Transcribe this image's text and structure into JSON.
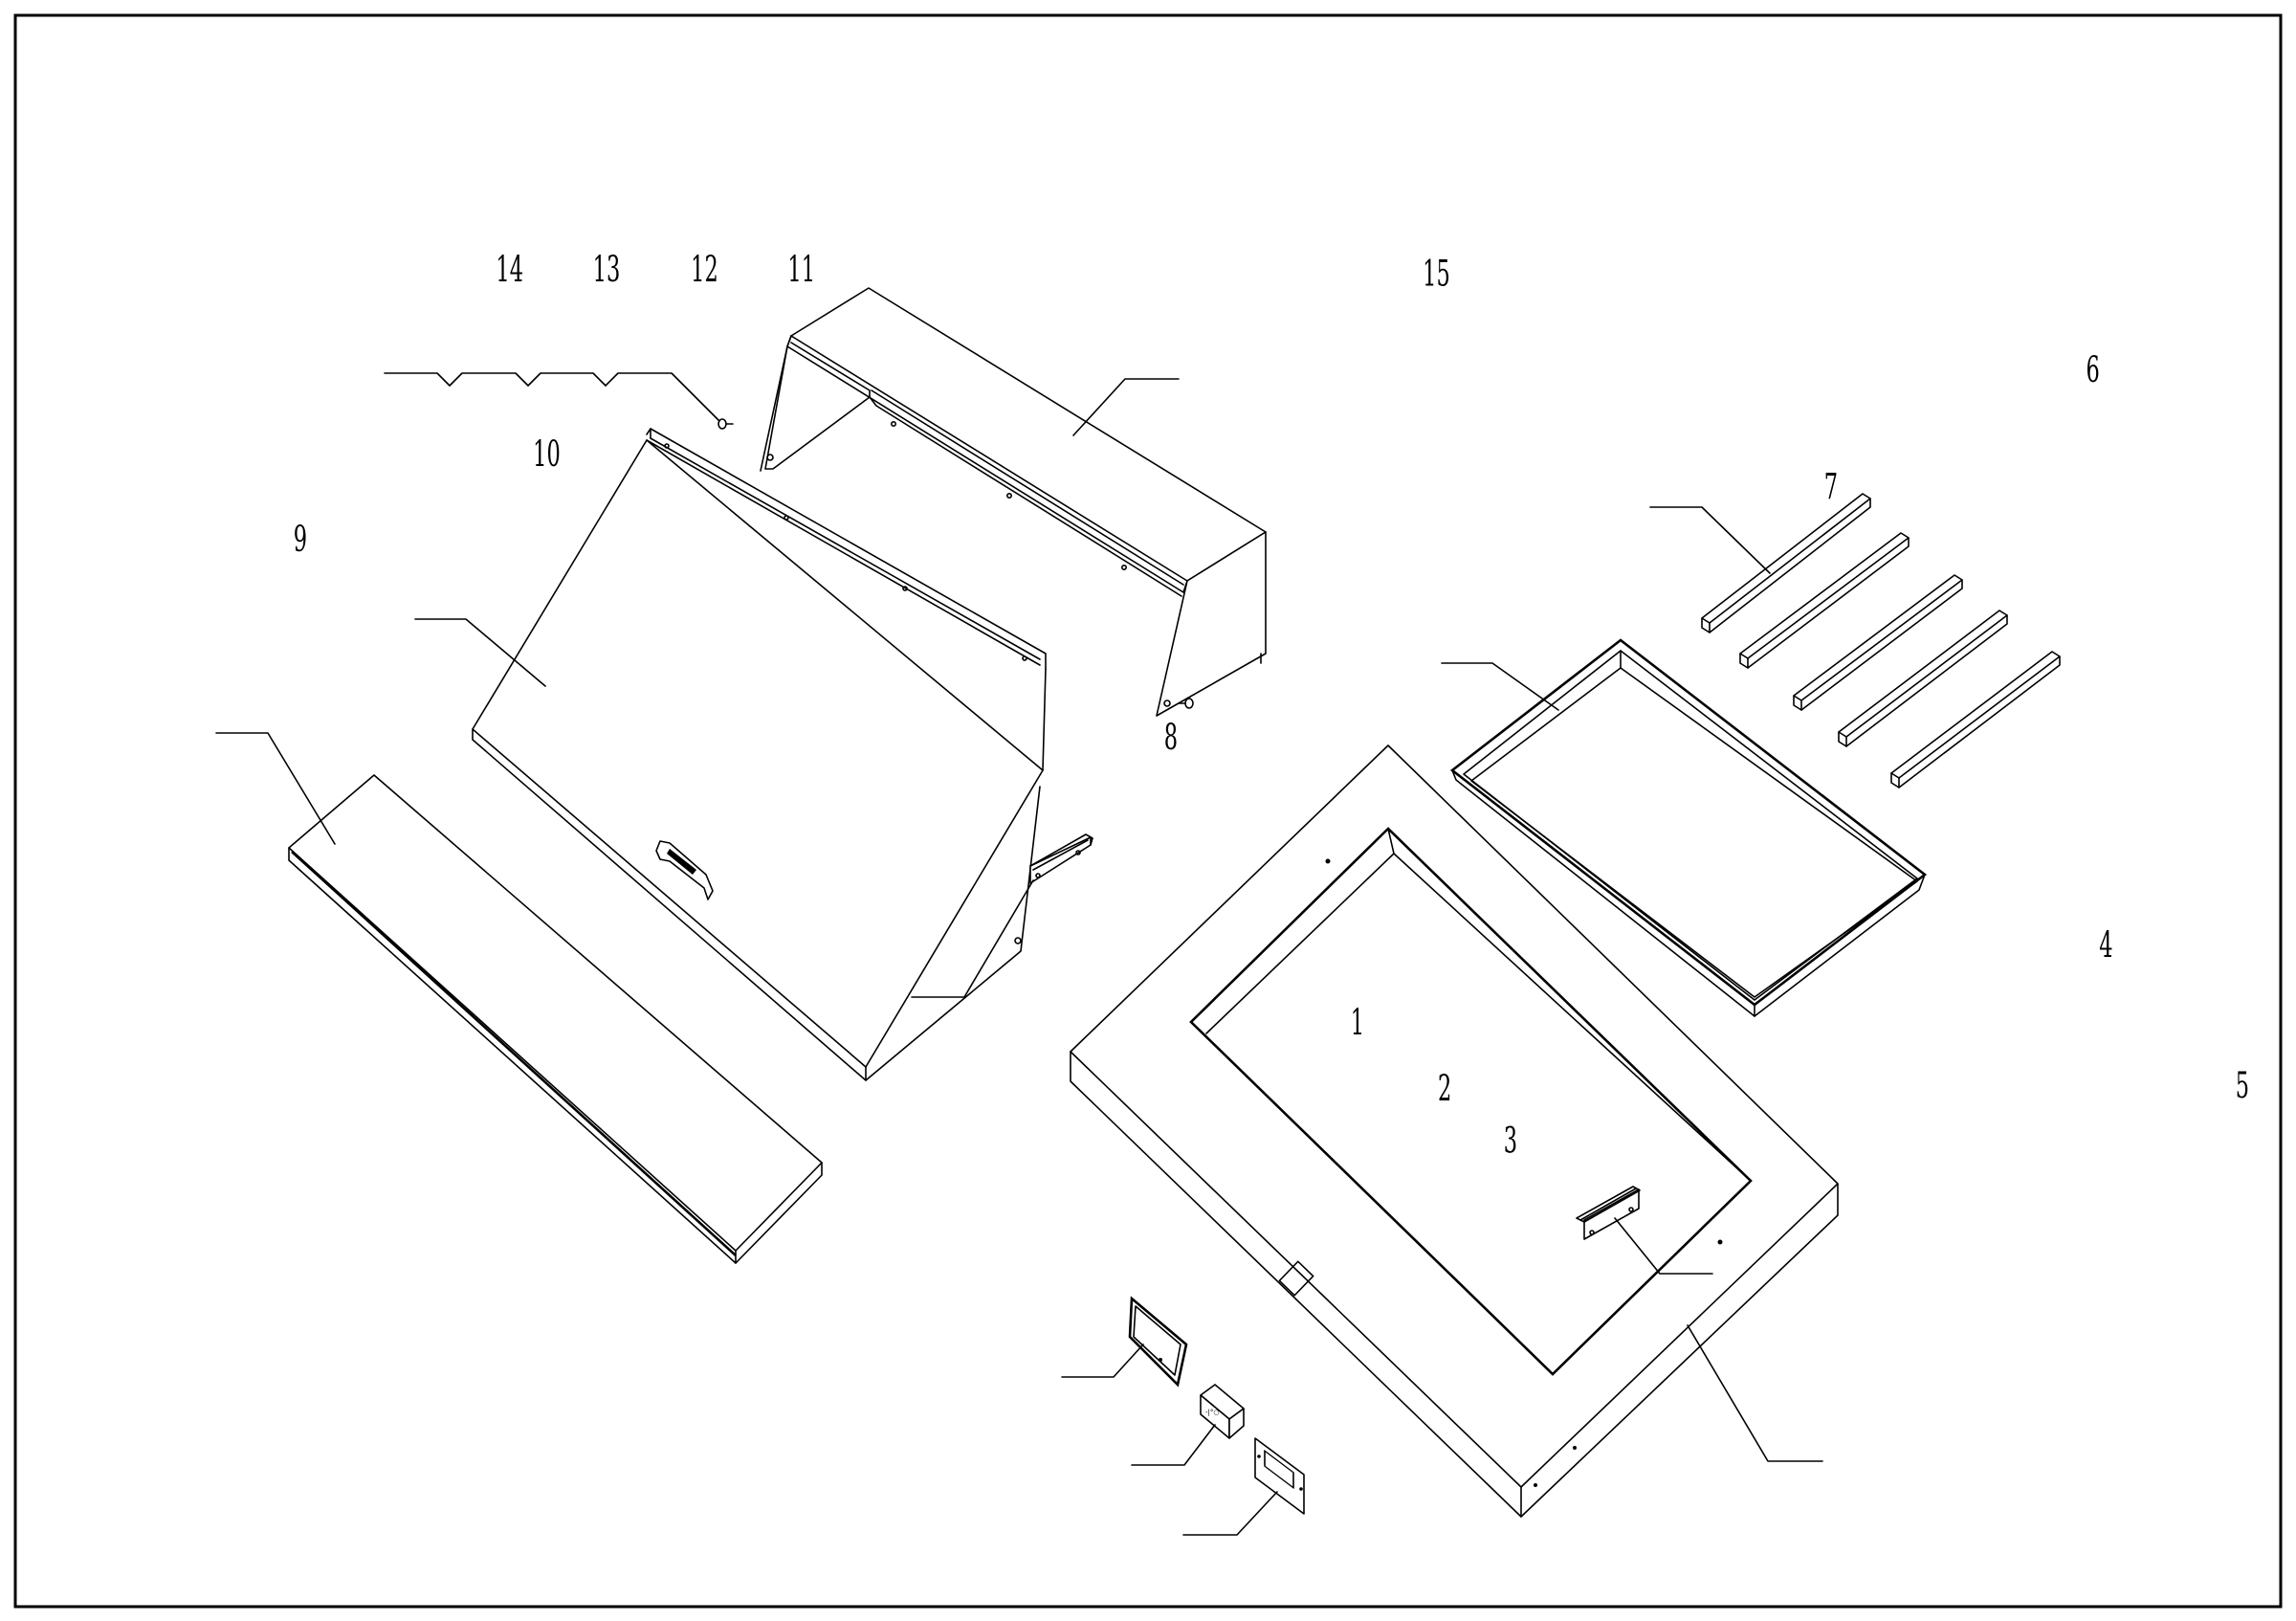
{
  "drawing": {
    "type": "exploded-assembly-view",
    "border_color": "#000000",
    "background": "#ffffff"
  },
  "callouts": [
    {
      "id": "1",
      "label": "1"
    },
    {
      "id": "2",
      "label": "2"
    },
    {
      "id": "3",
      "label": "3"
    },
    {
      "id": "4",
      "label": "4"
    },
    {
      "id": "5",
      "label": "5"
    },
    {
      "id": "6",
      "label": "6"
    },
    {
      "id": "7",
      "label": "7"
    },
    {
      "id": "8",
      "label": "8"
    },
    {
      "id": "9",
      "label": "9"
    },
    {
      "id": "10",
      "label": "10"
    },
    {
      "id": "11",
      "label": "11"
    },
    {
      "id": "12",
      "label": "12"
    },
    {
      "id": "13",
      "label": "13"
    },
    {
      "id": "14",
      "label": "14"
    },
    {
      "id": "15",
      "label": "15"
    }
  ]
}
